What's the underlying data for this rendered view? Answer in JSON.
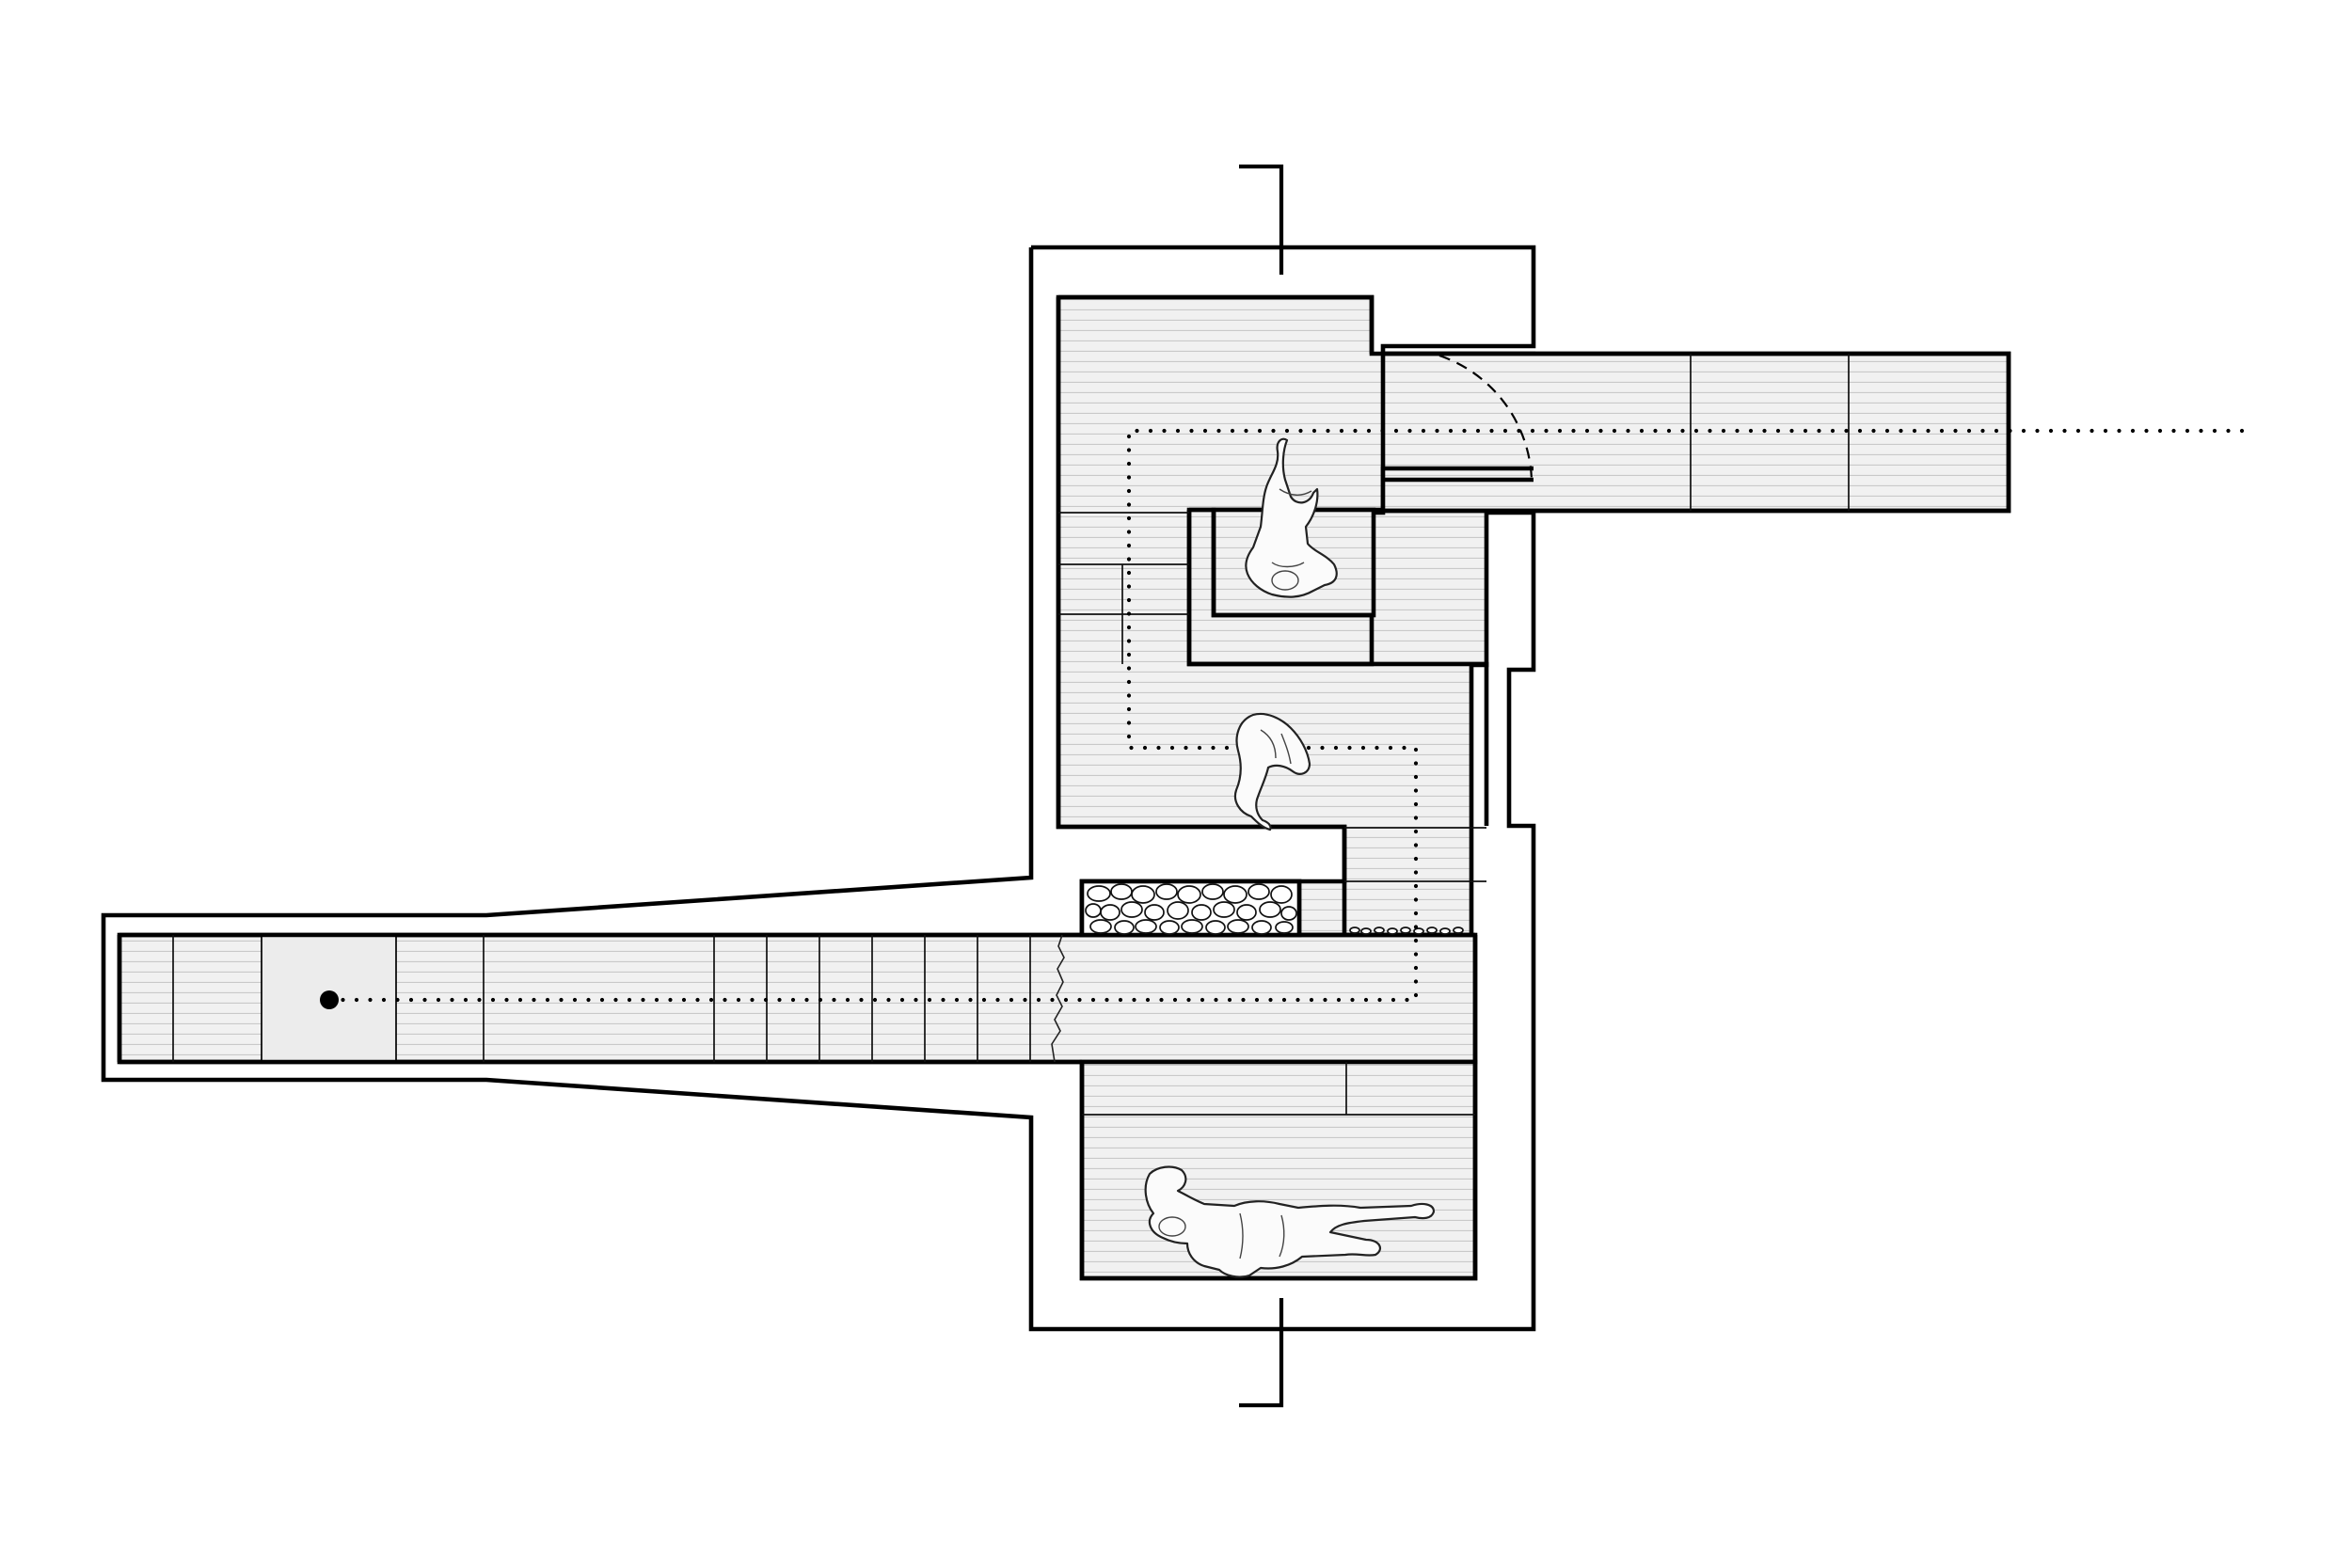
{
  "diagram": {
    "kind": "architectural floor plan",
    "colors": {
      "background": "#ffffff",
      "line": "#000000",
      "floor_fill": "#f1f1f1",
      "plank_line": "#c9c9c9",
      "highlight_fill": "#ececec"
    },
    "elements": {
      "section_markers": [
        "section-marker-top",
        "section-marker-bottom"
      ],
      "figures": [
        "figure-sitting",
        "figure-crouching",
        "figure-lying"
      ],
      "circulation": [
        "start-point",
        "circulation-path"
      ],
      "features": [
        "pebble-bed",
        "door-swing-arc",
        "crack-line"
      ]
    }
  }
}
